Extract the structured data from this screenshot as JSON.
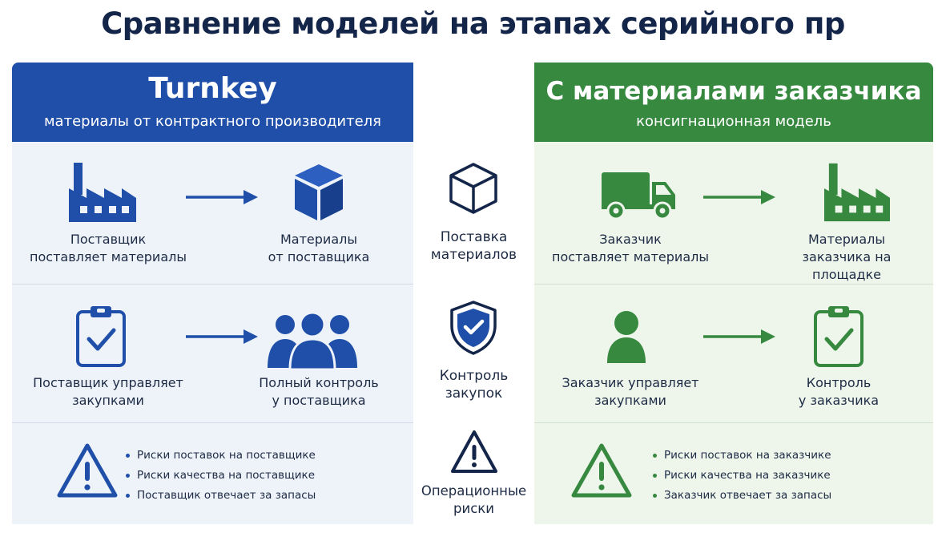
{
  "title": "Сравнение моделей на этапах серийного пр",
  "colors": {
    "blue": "#1f4fa8",
    "green": "#36893f",
    "navy": "#14254a"
  },
  "left": {
    "header_title": "Turnkey",
    "header_subtitle": "материалы от контрактного производителя",
    "supply": {
      "from_icon": "factory-icon",
      "from_label": "Поставщик\nпоставляет материалы",
      "to_icon": "box-icon",
      "to_label": "Материалы\nот поставщика"
    },
    "procurement": {
      "from_icon": "clipboard-check-icon",
      "from_label": "Поставщик управляет\nзакупками",
      "to_icon": "people-group-icon",
      "to_label": "Полный контроль\nу поставщика"
    },
    "risks": {
      "icon": "warning-icon",
      "items": [
        "Риски поставок на поставщике",
        "Риски качества на поставщике",
        "Поставщик отвечает за запасы"
      ]
    }
  },
  "middle": {
    "rows": [
      {
        "icon": "box-outline-icon",
        "label": "Поставка\nматериалов"
      },
      {
        "icon": "shield-check-icon",
        "label": "Контроль\nзакупок"
      },
      {
        "icon": "warning-icon",
        "label": "Операционные\nриски"
      }
    ]
  },
  "right": {
    "header_title": "С материалами заказчика",
    "header_subtitle": "консигнационная модель",
    "supply": {
      "from_icon": "truck-icon",
      "from_label": "Заказчик\nпоставляет материалы",
      "to_icon": "factory-icon",
      "to_label": "Материалы\nзаказчика на площадке"
    },
    "procurement": {
      "from_icon": "person-icon",
      "from_label": "Заказчик управляет\nзакупками",
      "to_icon": "clipboard-check-icon",
      "to_label": "Контроль\nу заказчика"
    },
    "risks": {
      "icon": "warning-icon",
      "items": [
        "Риски поставок на заказчике",
        "Риски качества на заказчике",
        "Заказчик отвечает за запасы"
      ]
    }
  }
}
